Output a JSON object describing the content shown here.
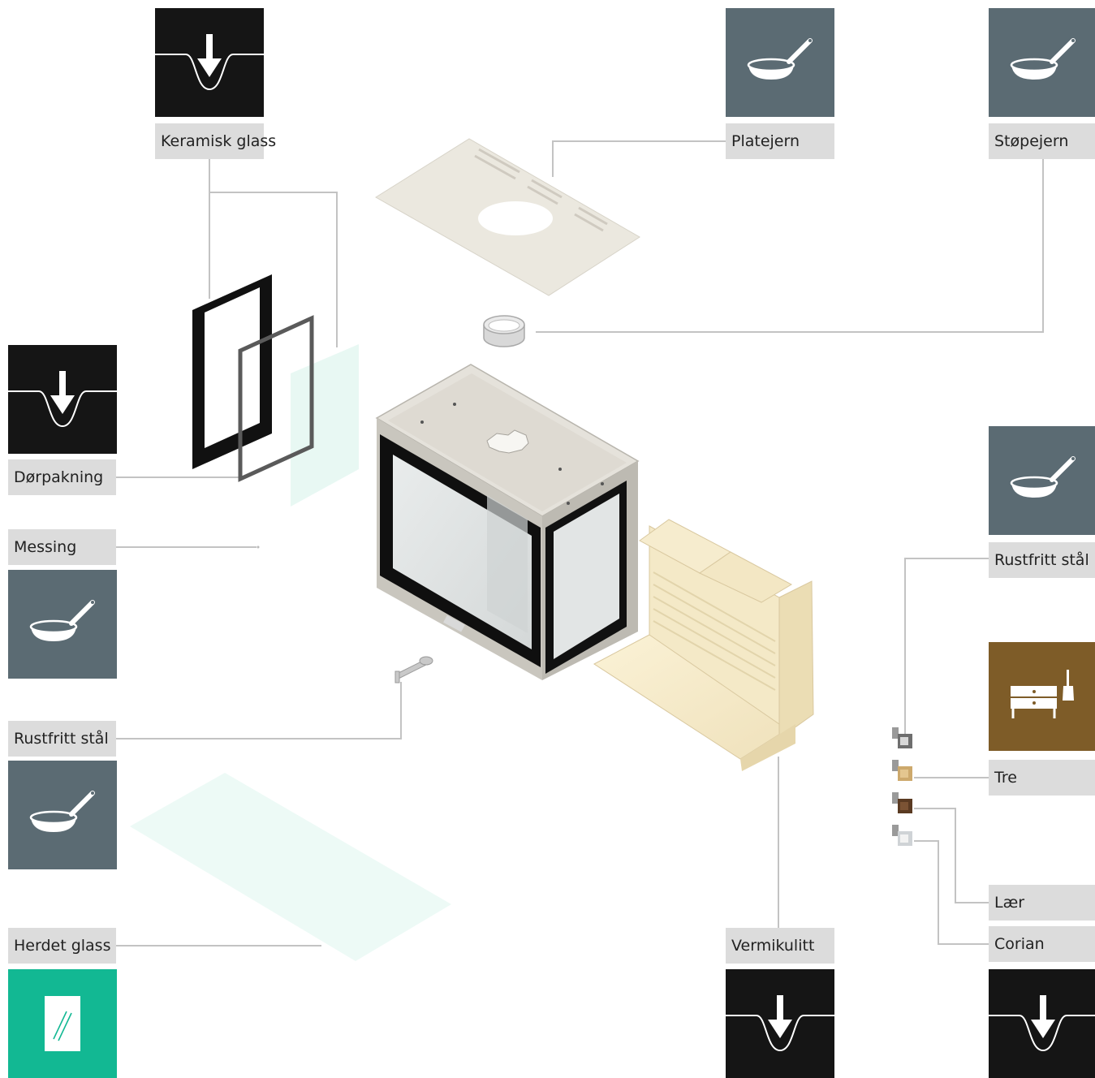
{
  "colors": {
    "ceramic_black": "#151515",
    "metal_slate": "#5b6b73",
    "wood_brown": "#7e5c28",
    "glass_green": "#12b893",
    "label_bg": "#dcdcdc",
    "leader_line": "#c3c3c3"
  },
  "materials": [
    {
      "id": "keramisk-glass",
      "label": "Keramisk glass",
      "icon": "ceramic-press-icon"
    },
    {
      "id": "platejern",
      "label": "Platejern",
      "icon": "frying-pan-icon"
    },
    {
      "id": "stopejern",
      "label": "Støpejern",
      "icon": "frying-pan-icon"
    },
    {
      "id": "dorpakning",
      "label": "Dørpakning",
      "icon": "ceramic-press-icon"
    },
    {
      "id": "messing",
      "label": "Messing",
      "icon": "frying-pan-icon"
    },
    {
      "id": "rustfritt-stal-left",
      "label": "Rustfritt stål",
      "icon": "frying-pan-icon"
    },
    {
      "id": "herdet-glass",
      "label": "Herdet glass",
      "icon": "glass-pane-icon"
    },
    {
      "id": "rustfritt-stal-right",
      "label": "Rustfritt stål",
      "icon": "frying-pan-icon"
    },
    {
      "id": "tre",
      "label": "Tre",
      "icon": "furniture-brush-icon"
    },
    {
      "id": "laer",
      "label": "Lær",
      "icon": ""
    },
    {
      "id": "corian",
      "label": "Corian",
      "icon": ""
    },
    {
      "id": "vermikulitt",
      "label": "Vermikulitt",
      "icon": "ceramic-press-icon"
    },
    {
      "id": "corian-tile",
      "label": "",
      "icon": "ceramic-press-icon"
    }
  ]
}
